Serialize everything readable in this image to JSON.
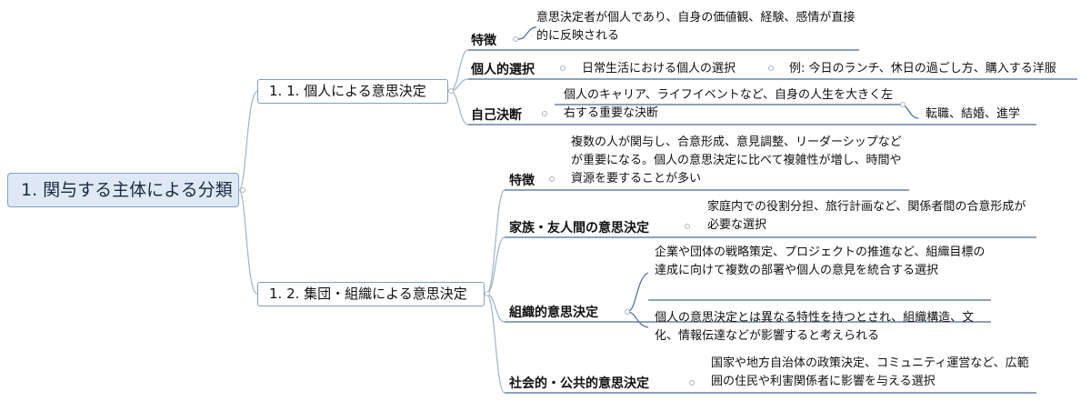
{
  "root": {
    "label": "1. 関与する主体による分類"
  },
  "branches": [
    {
      "label": "1. 1. 個人による意思決定",
      "items": [
        {
          "label": "特徴",
          "details": [
            "意思決定者が個人であり、自身の価値観、経験、感情が直接的に反映される"
          ]
        },
        {
          "label": "個人的選択",
          "details": [
            "日常生活における個人の選択"
          ],
          "sub": "例: 今日のランチ、休日の過ごし方、購入する洋服"
        },
        {
          "label": "自己決断",
          "details": [
            "個人のキャリア、ライフイベントなど、自身の人生を大きく左右する重要な決断"
          ],
          "sub": "転職、結婚、進学"
        }
      ]
    },
    {
      "label": "1. 2. 集団・組織による意思決定",
      "items": [
        {
          "label": "特徴",
          "details": [
            "複数の人が関与し、合意形成、意見調整、リーダーシップなどが重要になる。個人の意思決定に比べて複雑性が増し、時間や資源を要することが多い"
          ]
        },
        {
          "label": "家族・友人間の意思決定",
          "details": [
            "家庭内での役割分担、旅行計画など、関係者間の合意形成が必要な選択"
          ]
        },
        {
          "label": "組織的意思決定",
          "details": [
            "企業や団体の戦略策定、プロジェクトの推進など、組織目標の達成に向けて複数の部署や個人の意見を統合する選択",
            "個人の意思決定とは異なる特性を持つとされ、組織構造、文化、情報伝達などが影響すると考えられる"
          ]
        },
        {
          "label": "社会的・公共的意思決定",
          "details": [
            "国家や地方自治体の政策決定、コミュニティ運営など、広範囲の住民や利害関係者に影響を与える選択"
          ]
        }
      ]
    }
  ]
}
